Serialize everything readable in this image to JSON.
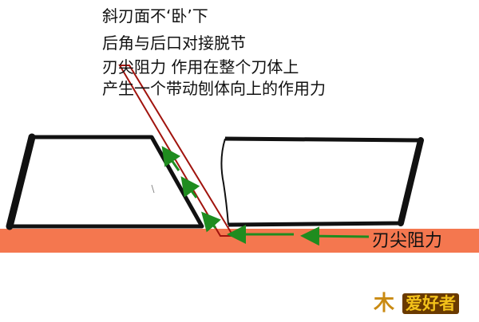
{
  "notes": [
    "斜刃面不‘卧’下",
    "后角与后口对接脱节",
    "刃尖阻力    作用在整个刀体上",
    "产生一个带动刨体向上的作用力"
  ],
  "callout_label": "刃尖阻力",
  "logo": {
    "mark": "木",
    "text": "爱好者"
  },
  "colors": {
    "workpiece": "#f4774f",
    "blade_outline": "#a1140e",
    "force_arrow": "#1f8c1f",
    "plane_outline": "#111111"
  }
}
